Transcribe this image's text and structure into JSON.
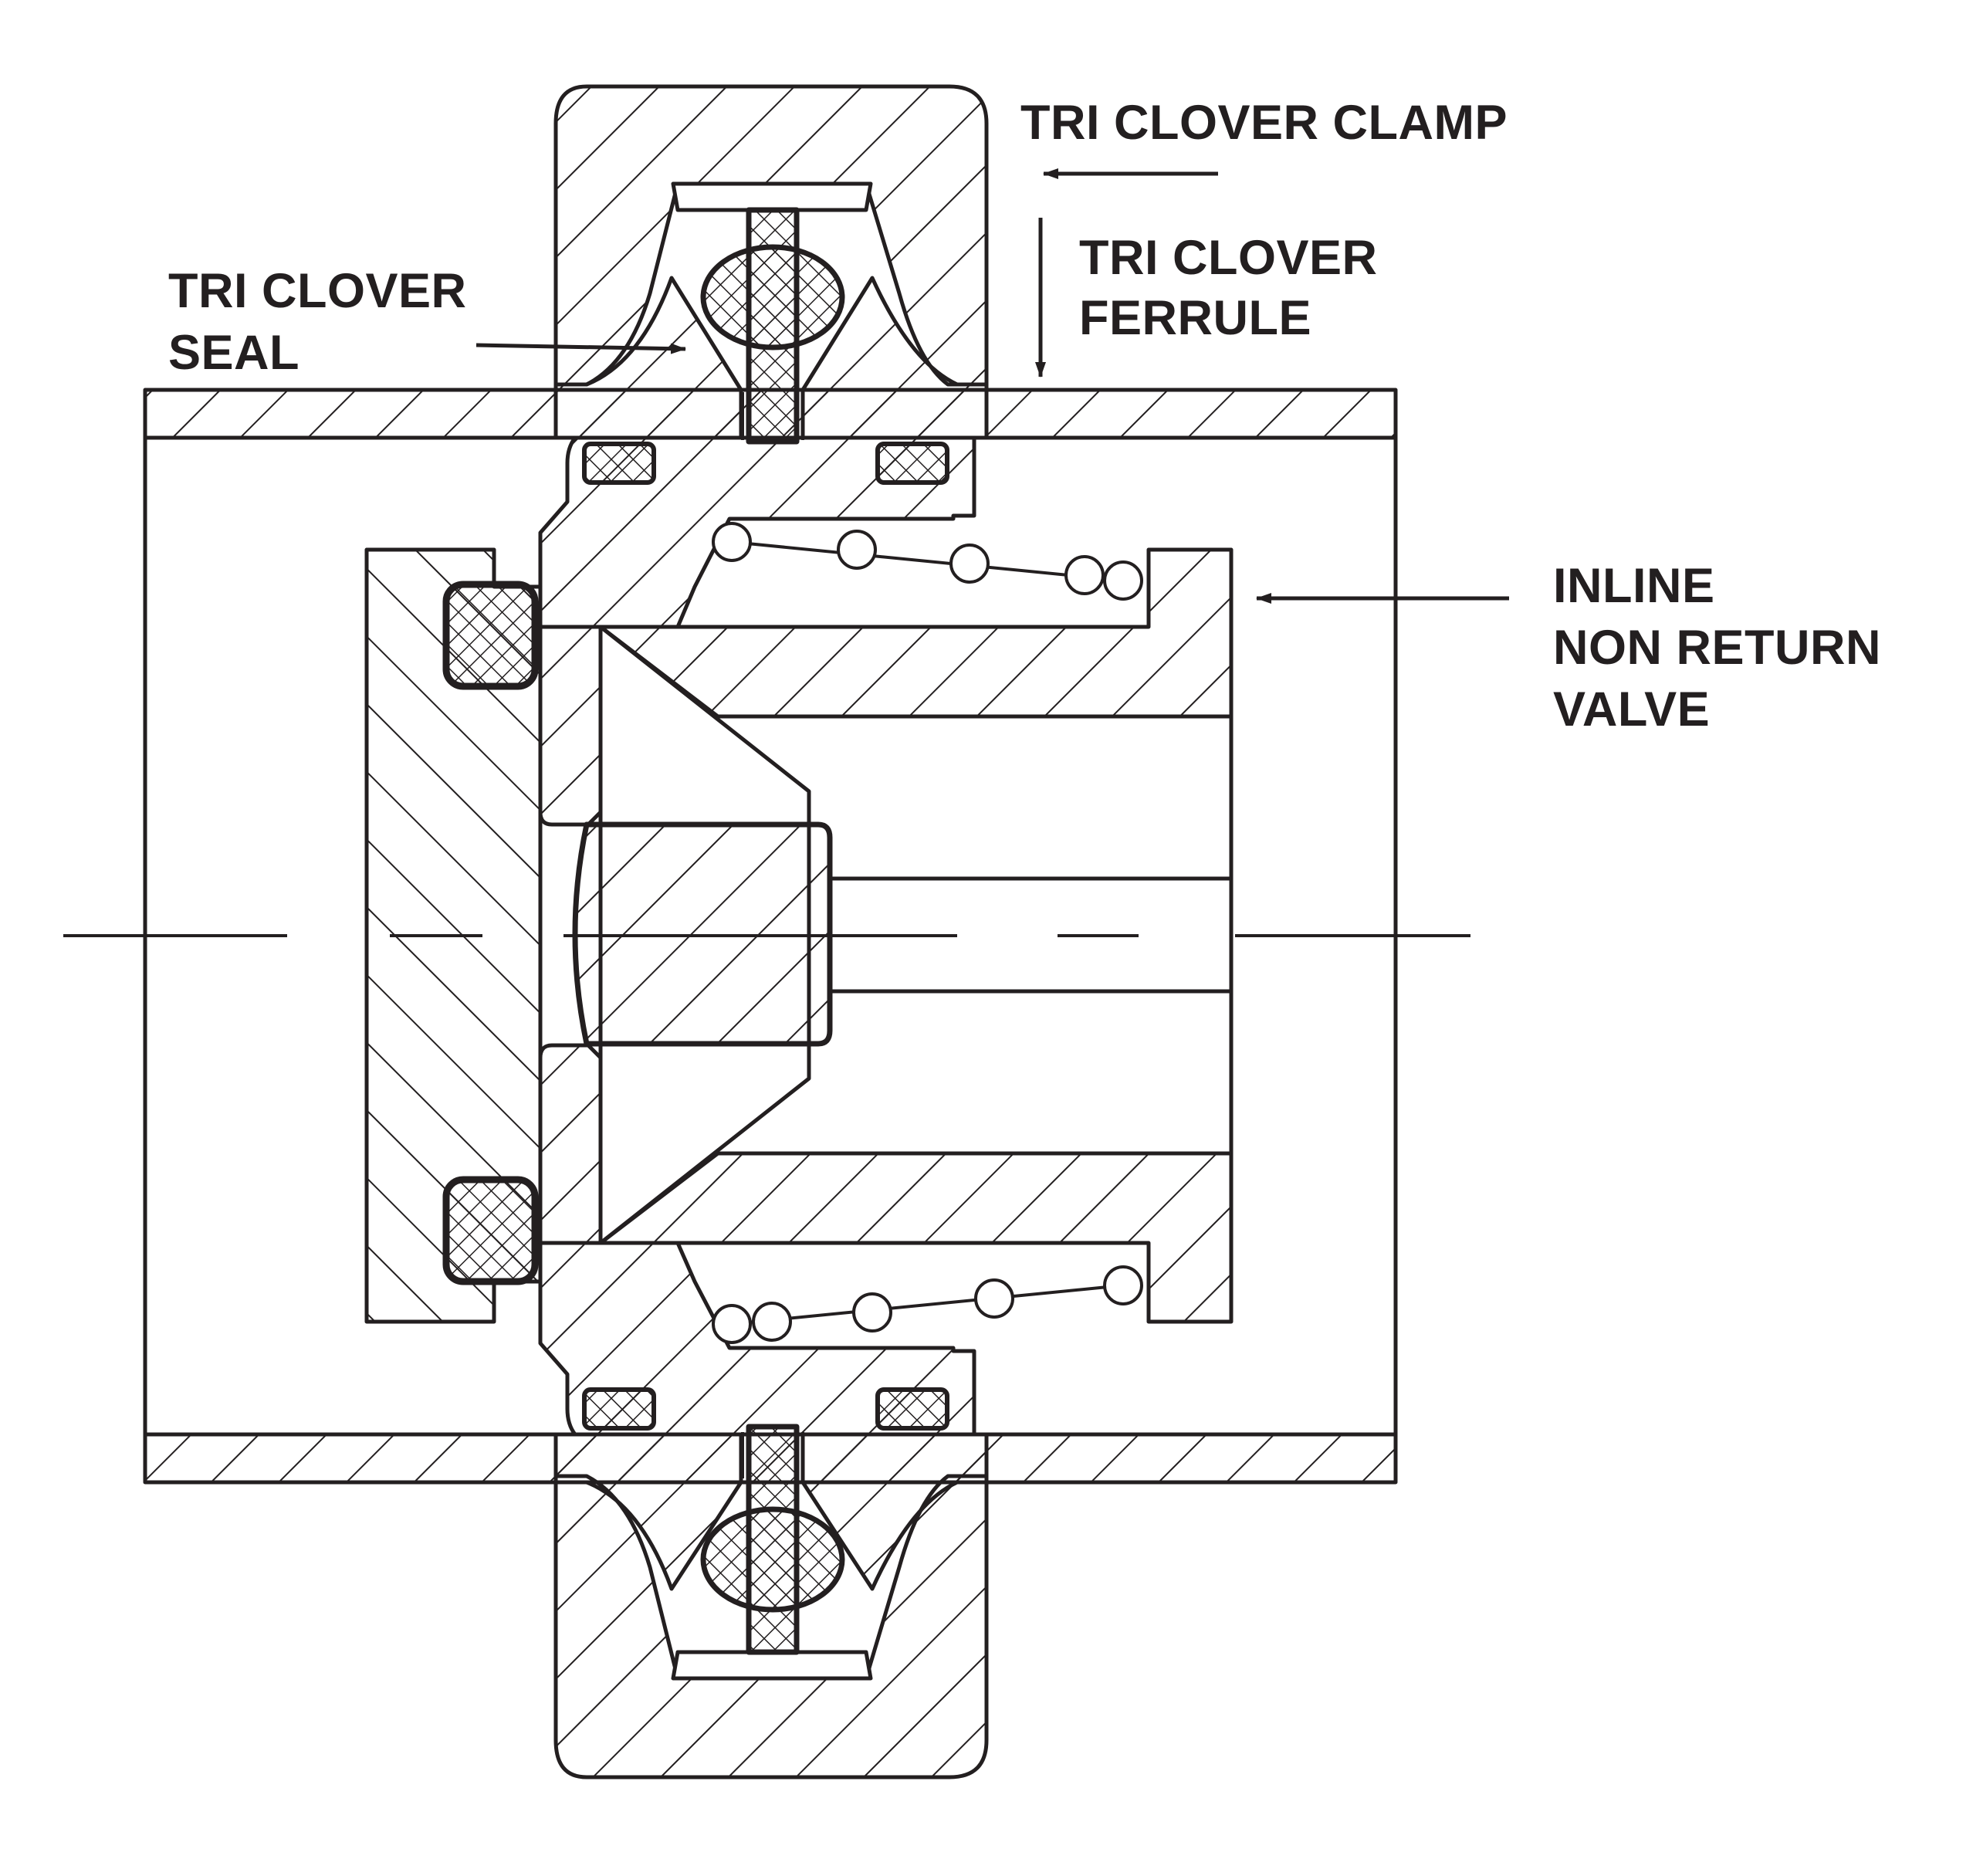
{
  "labels": {
    "clamp": "TRI CLOVER CLAMP",
    "ferrule_1": "TRI CLOVER",
    "ferrule_2": "FERRULE",
    "seal_1": "TRI CLOVER",
    "seal_2": "SEAL",
    "valve_1": "INLINE",
    "valve_2": "NON RETURN",
    "valve_3": "VALVE"
  },
  "colors": {
    "stroke": "#231f20",
    "background": "#ffffff"
  }
}
